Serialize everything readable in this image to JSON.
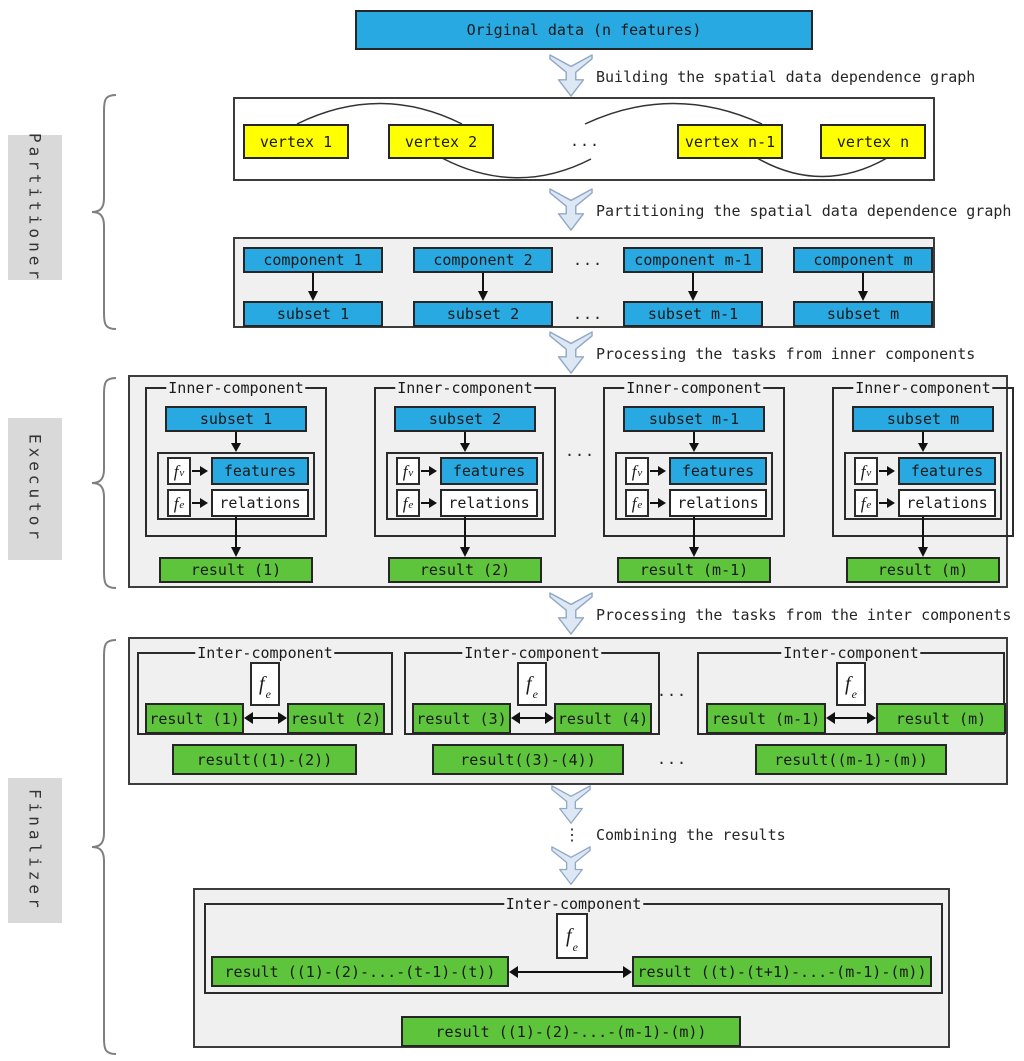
{
  "palette": {
    "blue": "#28a9e1",
    "yellow": "#ffff00",
    "green": "#5ec43c",
    "panel_gray": "#f0f0f0",
    "rail_gray": "#d9d9d9",
    "flow_arrow_fill": "#dee8f5",
    "flow_arrow_stroke": "#90a9c6"
  },
  "rail": {
    "partitioner": "Partitioner",
    "executor": "Executor",
    "finalizer": "Finalizer"
  },
  "original_box": {
    "label": "Original data (n features)"
  },
  "steps": {
    "building": "Building the spatial data dependence graph",
    "partitioning": "Partitioning the spatial data dependence graph",
    "inner": "Processing the tasks from inner components",
    "inter": "Processing the tasks from the inter components",
    "combining": "Combining the results"
  },
  "vdots": "⋮",
  "vertex_graph": {
    "vertices": [
      "vertex 1",
      "vertex 2",
      "vertex n-1",
      "vertex n"
    ],
    "dots": "..."
  },
  "partition": {
    "components": [
      "component 1",
      "component 2",
      "component m-1",
      "component m"
    ],
    "subsets": [
      "subset 1",
      "subset 2",
      "subset m-1",
      "subset m"
    ],
    "dots": "..."
  },
  "executor": {
    "unit_title": "Inner-component",
    "fv": {
      "base": "f",
      "sub": "v"
    },
    "fe": {
      "base": "f",
      "sub": "e"
    },
    "features": "features",
    "relations": "relations",
    "dots": "...",
    "units": [
      {
        "subset": "subset 1",
        "result": "result (1)"
      },
      {
        "subset": "subset 2",
        "result": "result (2)"
      },
      {
        "subset": "subset m-1",
        "result": "result (m-1)"
      },
      {
        "subset": "subset m",
        "result": "result (m)"
      }
    ]
  },
  "inter": {
    "unit_title": "Inter-component",
    "fe": {
      "base": "f",
      "sub": "e"
    },
    "dots": "...",
    "units": [
      {
        "left": "result (1)",
        "right": "result (2)",
        "combined": "result((1)-(2))"
      },
      {
        "left": "result (3)",
        "right": "result (4)",
        "combined": "result((3)-(4))"
      },
      {
        "left": "result (m-1)",
        "right": "result (m)",
        "combined": "result((m-1)-(m))"
      }
    ]
  },
  "final": {
    "unit_title": "Inter-component",
    "fe": {
      "base": "f",
      "sub": "e"
    },
    "left": "result ((1)-(2)-...-(t-1)-(t))",
    "right": "result ((t)-(t+1)-...-(m-1)-(m))",
    "combined": "result ((1)-(2)-...-(m-1)-(m))"
  }
}
